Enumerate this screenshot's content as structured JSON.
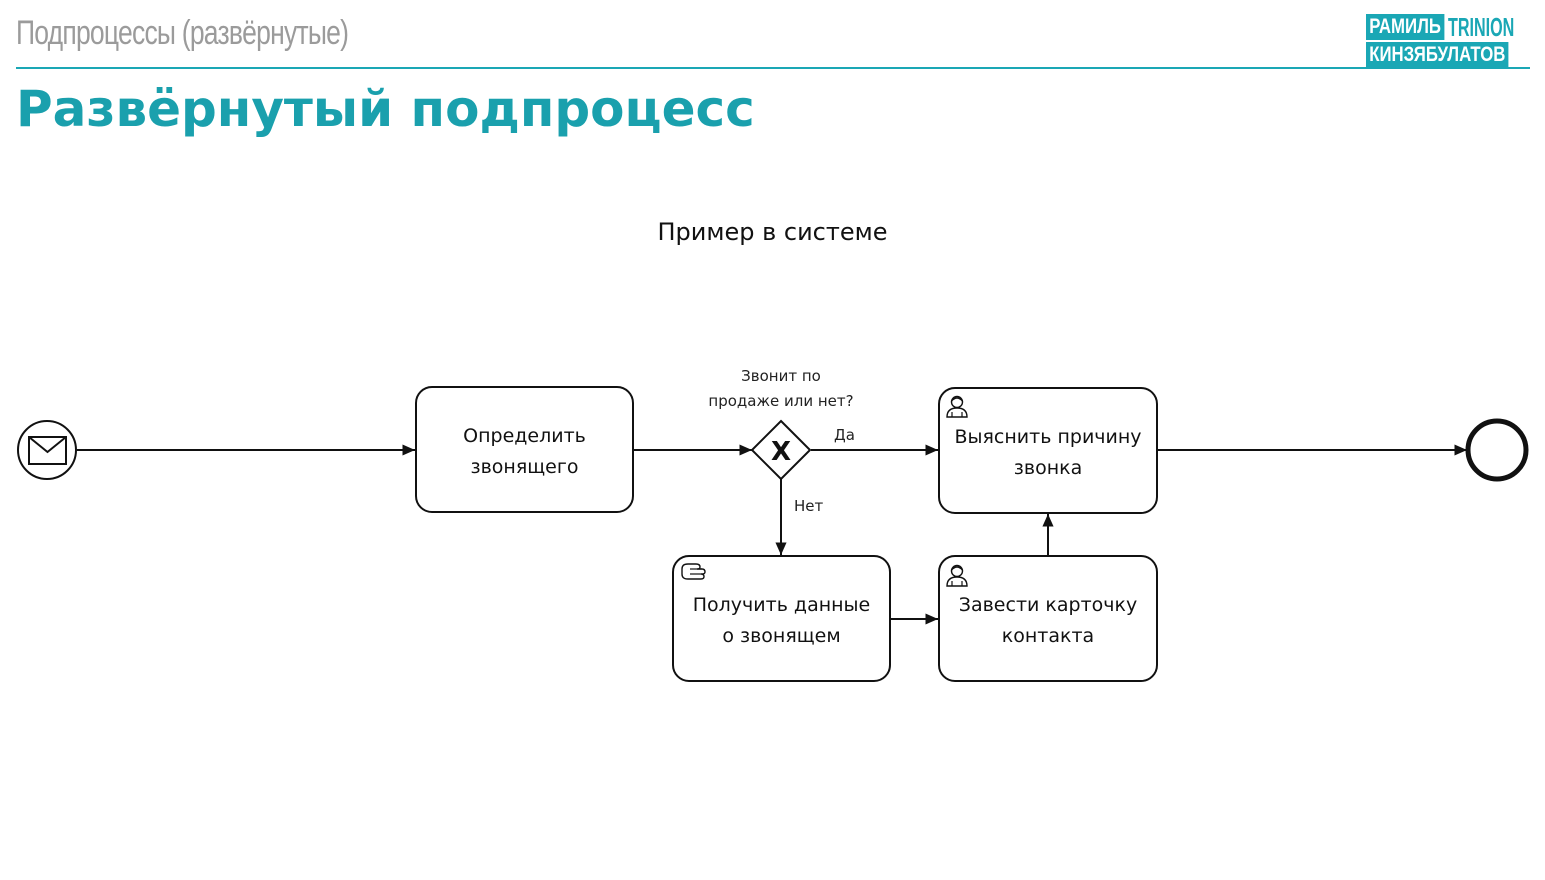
{
  "header": {
    "section_title": "Подпроцессы (развёрнутые)",
    "logo_line1_box": "РАМИЛЬ",
    "logo_line1_plain": "TRINION",
    "logo_line2": "КИНЗЯБУЛАТОВ"
  },
  "page_title": "Развёрнутый подпроцесс",
  "subtitle": "Пример в системе",
  "diagram": {
    "start_event": {
      "icon": "envelope-icon"
    },
    "tasks": {
      "identify": {
        "line1": "Определить",
        "line2": "звонящего"
      },
      "find_reason": {
        "line1": "Выяснить причину",
        "line2": "звонка",
        "icon": "user-icon"
      },
      "get_data": {
        "line1": "Получить данные",
        "line2": "о звонящем",
        "icon": "service-hand-icon"
      },
      "create_card": {
        "line1": "Завести карточку",
        "line2": "контакта",
        "icon": "user-icon"
      }
    },
    "gateway": {
      "symbol": "X",
      "question_line1": "Звонит по",
      "question_line2": "продаже или нет?",
      "yes_label": "Да",
      "no_label": "Нет"
    },
    "colors": {
      "accent": "#1aa7b5",
      "stroke": "#111111"
    }
  }
}
